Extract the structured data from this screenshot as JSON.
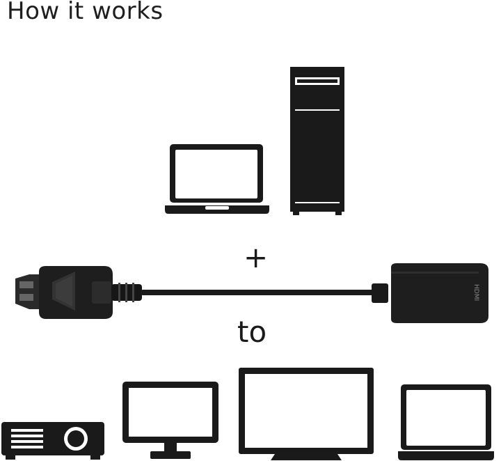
{
  "title": "How it works",
  "plus_sign": "+",
  "connector_word": "to",
  "adapter_port_label": "HDMI",
  "colors": {
    "icon": "#1a1a1a",
    "background": "#ffffff"
  },
  "sources": [
    "laptop-icon",
    "desktop-tower-icon"
  ],
  "adapter": "displayport-to-hdmi-adapter-icon",
  "outputs": [
    "projector-icon",
    "monitor-icon",
    "tv-icon",
    "laptop-icon"
  ]
}
